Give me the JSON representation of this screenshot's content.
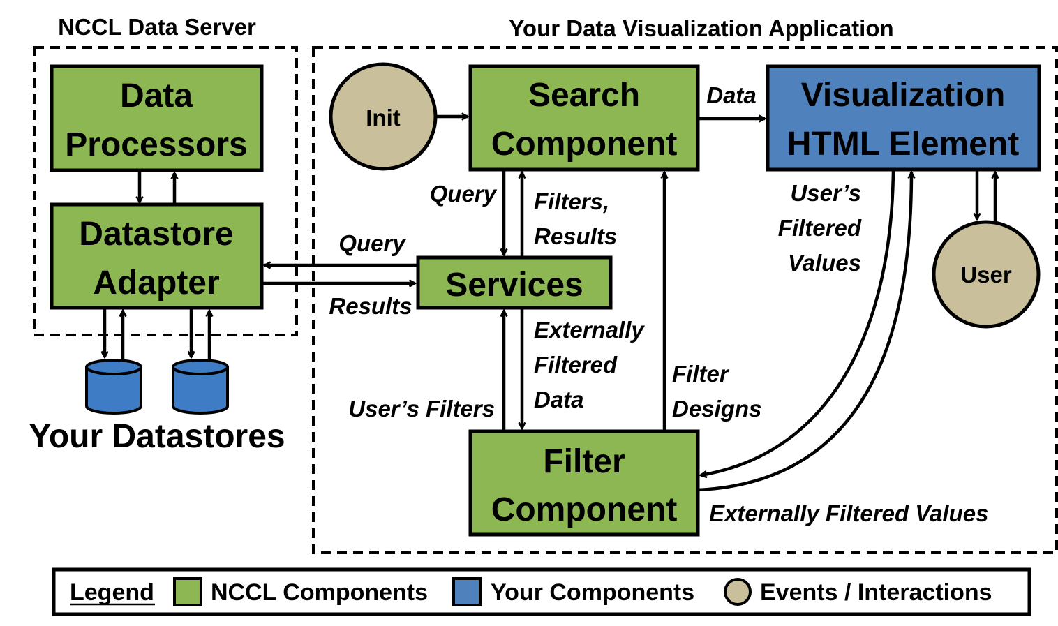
{
  "colors": {
    "nccl_component": "#8DB752",
    "your_component": "#4F81BD",
    "event": "#C9BF9B",
    "datastore": "#3E7CC6"
  },
  "sections": {
    "server_title": "NCCL Data Server",
    "app_title": "Your Data Visualization Application"
  },
  "nodes": {
    "data_processors": [
      "Data",
      "Processors"
    ],
    "datastore_adapter": [
      "Datastore",
      "Adapter"
    ],
    "search_component": [
      "Search",
      "Component"
    ],
    "visualization_element": [
      "Visualization",
      "HTML Element"
    ],
    "services": [
      "Services"
    ],
    "filter_component": [
      "Filter",
      "Component"
    ],
    "init": "Init",
    "user": "User",
    "datastores_caption": "Your Datastores"
  },
  "edge_labels": {
    "data": "Data",
    "query_search": "Query",
    "filters_results": [
      "Filters,",
      "Results"
    ],
    "query_adapter": "Query",
    "results_adapter": "Results",
    "externally_filtered_data": [
      "Externally",
      "Filtered",
      "Data"
    ],
    "users_filters": "User’s Filters",
    "filter_designs": [
      "Filter",
      "Designs"
    ],
    "users_filtered_values": [
      "User’s",
      "Filtered",
      "Values"
    ],
    "externally_filtered_values": "Externally Filtered Values"
  },
  "legend": {
    "title": "Legend",
    "items": [
      {
        "label": "NCCL Components",
        "kind": "nccl_component"
      },
      {
        "label": "Your Components",
        "kind": "your_component"
      },
      {
        "label": "Events / Interactions",
        "kind": "event"
      }
    ]
  }
}
